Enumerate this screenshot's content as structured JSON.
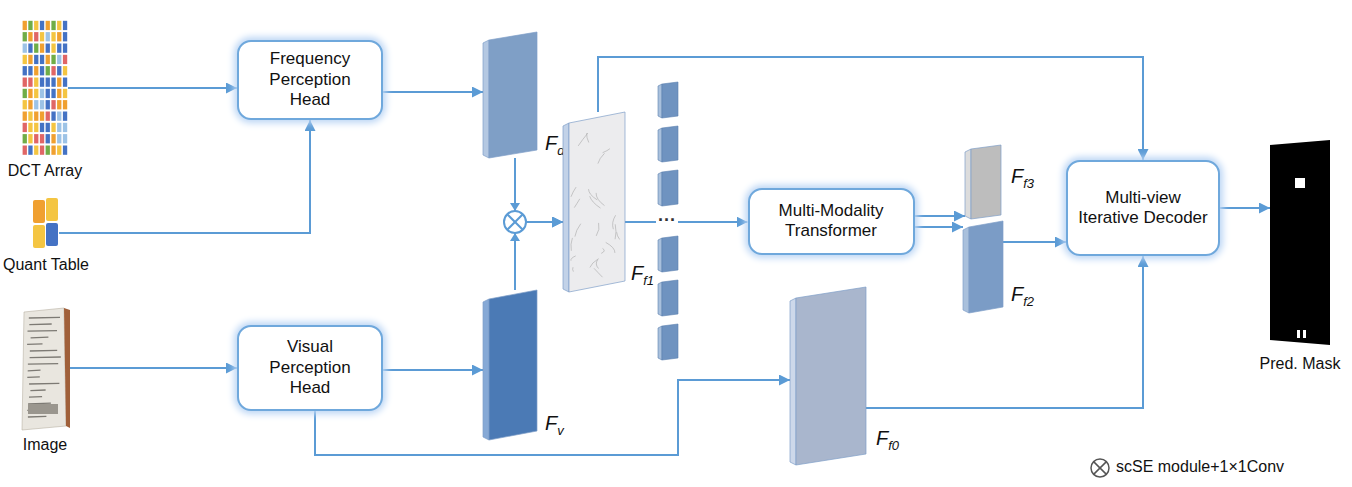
{
  "diagram": {
    "nodes": [
      {
        "text": [
          "DCT Array"
        ]
      },
      {
        "text": [
          "Quant Table"
        ]
      },
      {
        "text": [
          "Image"
        ]
      },
      {
        "text": [
          "Frequency Perception Head"
        ]
      },
      {
        "text": [
          "Visual Perception Head"
        ]
      },
      {
        "text": [
          "Fd"
        ]
      },
      {
        "text": [
          "Fv"
        ]
      },
      {
        "text": [
          "Ff1"
        ]
      },
      {
        "text": [
          "Multi-Modality Transformer"
        ]
      },
      {
        "text": [
          "Ff3"
        ]
      },
      {
        "text": [
          "Ff2"
        ]
      },
      {
        "text": [
          "Ff0"
        ]
      },
      {
        "text": [
          "Multi-view Iterative Decoder"
        ]
      },
      {
        "text": [
          "Pred. Mask"
        ]
      }
    ],
    "edges": [
      {
        "from": 0,
        "to": 3,
        "arrow": "to"
      },
      {
        "from": 1,
        "to": 3,
        "arrow": "to"
      },
      {
        "from": 2,
        "to": 4,
        "arrow": "to"
      },
      {
        "from": 3,
        "to": 5,
        "arrow": "to"
      },
      {
        "from": 4,
        "to": 6,
        "arrow": "to"
      },
      {
        "from": 5,
        "to": 7,
        "arrow": "to"
      },
      {
        "from": 6,
        "to": 7,
        "arrow": "to"
      },
      {
        "from": 7,
        "to": 8,
        "arrow": "to"
      },
      {
        "from": 8,
        "to": 9,
        "arrow": "to"
      },
      {
        "from": 8,
        "to": 10,
        "arrow": "to"
      },
      {
        "from": 7,
        "to": 12,
        "arrow": "to"
      },
      {
        "from": 10,
        "to": 12,
        "arrow": "to"
      },
      {
        "from": 4,
        "to": 11,
        "arrow": "to"
      },
      {
        "from": 11,
        "to": 12,
        "arrow": "to"
      },
      {
        "from": 12,
        "to": 13,
        "arrow": "to"
      }
    ],
    "labels": [
      "···"
    ],
    "legend": [
      {
        "text": "scSE module+1×1Conv"
      }
    ]
  }
}
